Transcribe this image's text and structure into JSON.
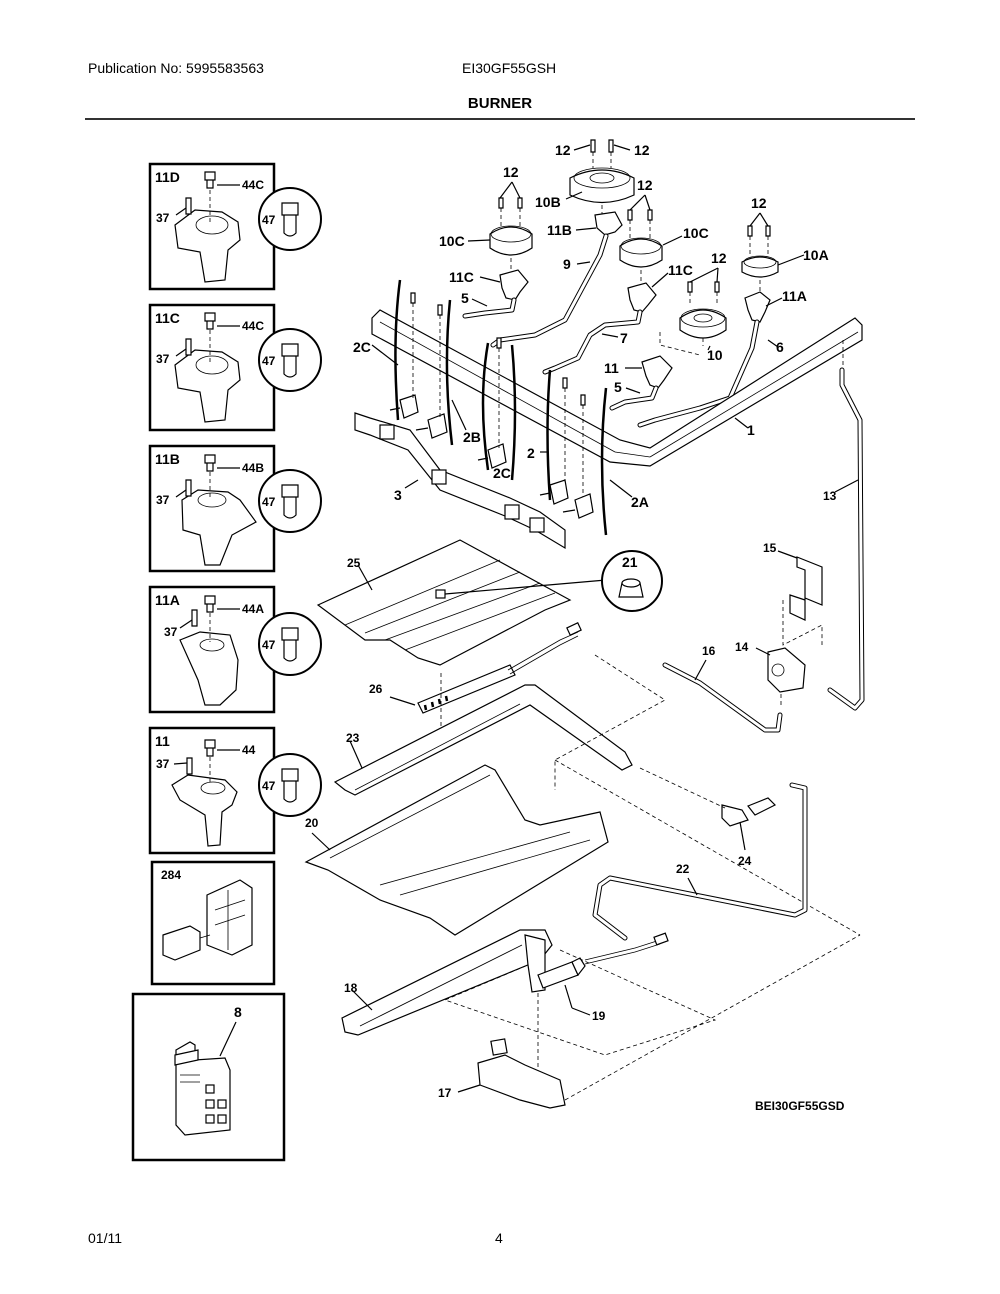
{
  "header": {
    "publication": "Publication No: 5995583563",
    "model": "EI30GF55GSH",
    "title": "BURNER"
  },
  "footer": {
    "date": "01/11",
    "page": "4",
    "diagram_code": "BEI30GF55GSD"
  },
  "insets": [
    {
      "id": "11D",
      "screw": "37",
      "cap": "44C",
      "detail": "47"
    },
    {
      "id": "11C",
      "screw": "37",
      "cap": "44C",
      "detail": "47"
    },
    {
      "id": "11B",
      "screw": "37",
      "cap": "44B",
      "detail": "47"
    },
    {
      "id": "11A",
      "screw": "37",
      "cap": "44A",
      "detail": "47"
    },
    {
      "id": "11",
      "screw": "37",
      "cap": "44",
      "detail": "47"
    },
    {
      "id": "284"
    },
    {
      "id": "8"
    }
  ],
  "callouts": {
    "p12a": "12",
    "p12b": "12",
    "p12c": "12",
    "p12d": "12",
    "p12e": "12",
    "p12f": "12",
    "p10B": "10B",
    "p10C_left": "10C",
    "p10C_right": "10C",
    "p10A": "10A",
    "p10": "10",
    "p11B": "11B",
    "p11C_left": "11C",
    "p11C_right": "11C",
    "p11A": "11A",
    "p11": "11",
    "p9": "9",
    "p5_left": "5",
    "p5_right": "5",
    "p7": "7",
    "p6": "6",
    "p1": "1",
    "p2C_left": "2C",
    "p2C_mid": "2C",
    "p2B": "2B",
    "p2": "2",
    "p2A": "2A",
    "p3": "3",
    "p13": "13",
    "p15": "15",
    "p14": "14",
    "p16": "16",
    "p25": "25",
    "p21": "21",
    "p26": "26",
    "p23": "23",
    "p20": "20",
    "p24": "24",
    "p22": "22",
    "p18": "18",
    "p19": "19",
    "p17": "17"
  }
}
